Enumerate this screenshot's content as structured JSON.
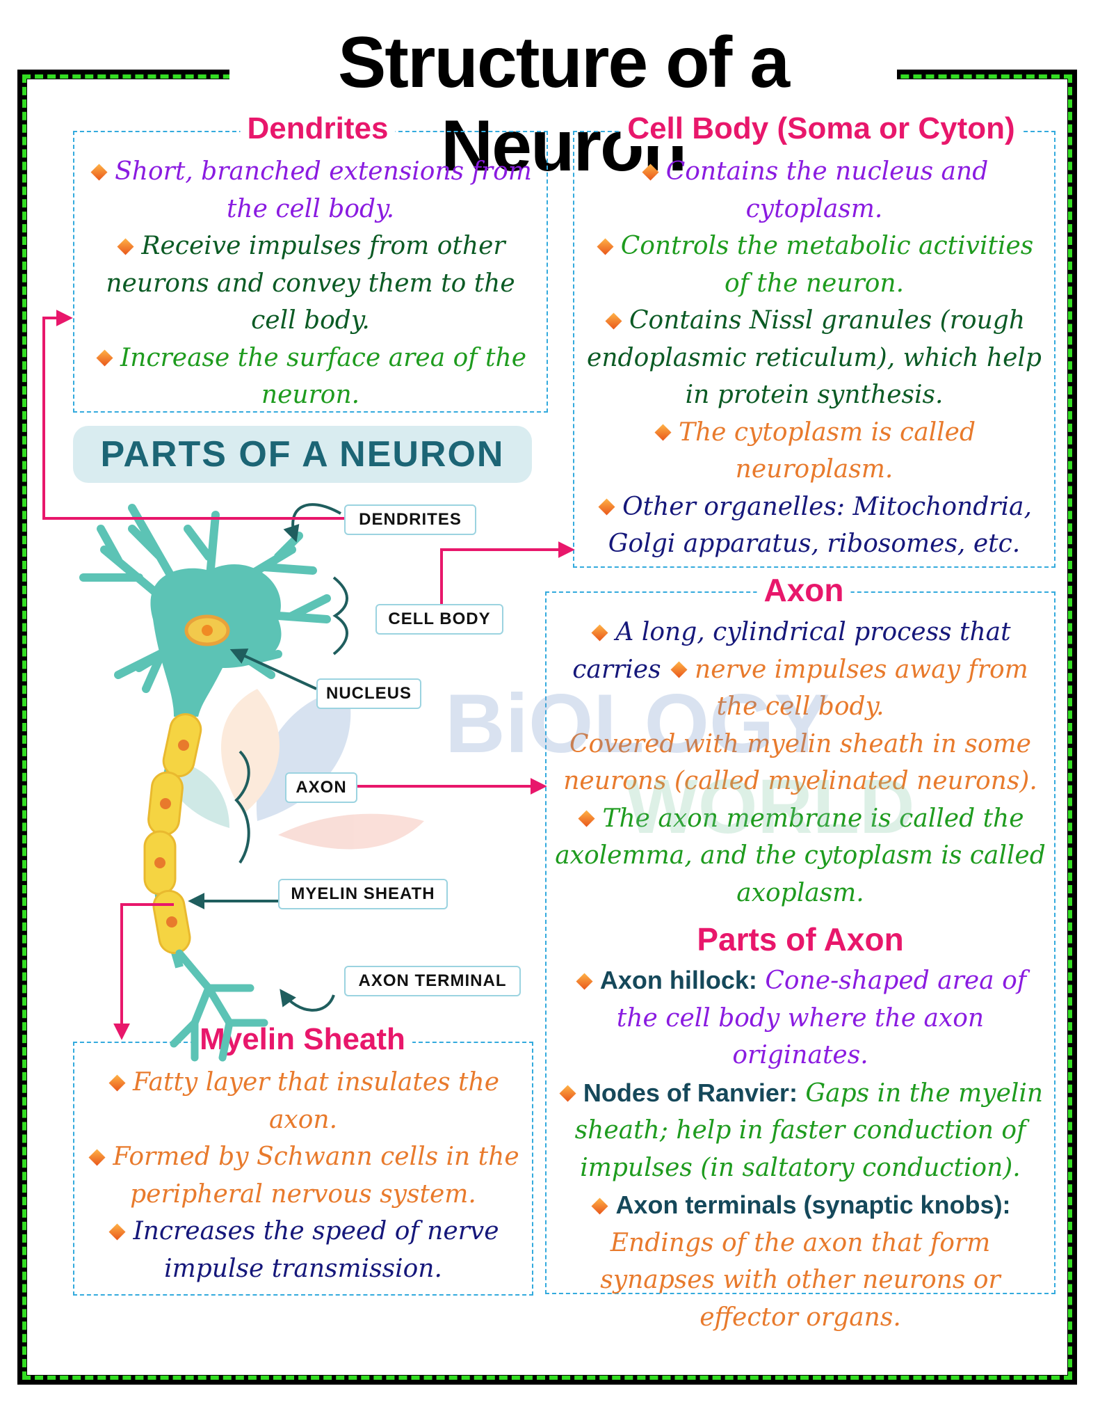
{
  "title": "Structure of a Neuron",
  "dendrites": {
    "heading": "Dendrites",
    "points": [
      "Short, branched extensions from the cell body.",
      "Receive impulses from other neurons and convey them to the cell body.",
      "Increase the surface area of the neuron."
    ]
  },
  "cell_body": {
    "heading": "Cell Body (Soma or Cyton)",
    "points": [
      "Contains the nucleus and cytoplasm.",
      "Controls the metabolic activities of the neuron.",
      "Contains Nissl granules (rough endoplasmic reticulum), which help in protein synthesis.",
      "The cytoplasm is called neuroplasm.",
      "Other organelles: Mitochondria, Golgi apparatus, ribosomes, etc."
    ]
  },
  "axon": {
    "heading": "Axon",
    "p1_a": "A long, cylindrical process that carries",
    "p1_b": "nerve impulses away from the cell body.",
    "p2": "Covered with myelin sheath in some neurons (called myelinated neurons).",
    "p3": "The axon membrane is called the axolemma, and the cytoplasm is called axoplasm.",
    "parts_heading": "Parts of Axon",
    "parts": [
      {
        "term": "Axon hillock:",
        "desc": "Cone-shaped area of the cell body where the axon originates."
      },
      {
        "term": "Nodes of Ranvier:",
        "desc": "Gaps in the myelin sheath; help in faster conduction of impulses (in saltatory conduction)."
      },
      {
        "term": "Axon terminals (synaptic knobs):",
        "desc": "Endings of the axon that form synapses with other neurons or effector organs."
      }
    ]
  },
  "myelin": {
    "heading": "Myelin Sheath",
    "points": [
      "Fatty layer that insulates the axon.",
      "Formed by Schwann cells in the peripheral nervous system.",
      "Increases the speed of nerve impulse transmission."
    ]
  },
  "diagram": {
    "heading": "PARTS OF A NEURON",
    "labels": {
      "dendrites": "DENDRITES",
      "cell_body": "CELL BODY",
      "nucleus": "NUCLEUS",
      "axon": "AXON",
      "myelin": "MYELIN SHEATH",
      "terminal": "AXON TERMINAL"
    }
  },
  "watermark": {
    "line1": "BiOLOGY",
    "line2": "WORLD"
  },
  "colors": {
    "frame_dash": "#33dd22",
    "box_border": "#33aadd",
    "heading": "#e8176b",
    "arrow": "#e8176b",
    "neuron": "#5cc3b5",
    "myelin": "#f5d442"
  }
}
